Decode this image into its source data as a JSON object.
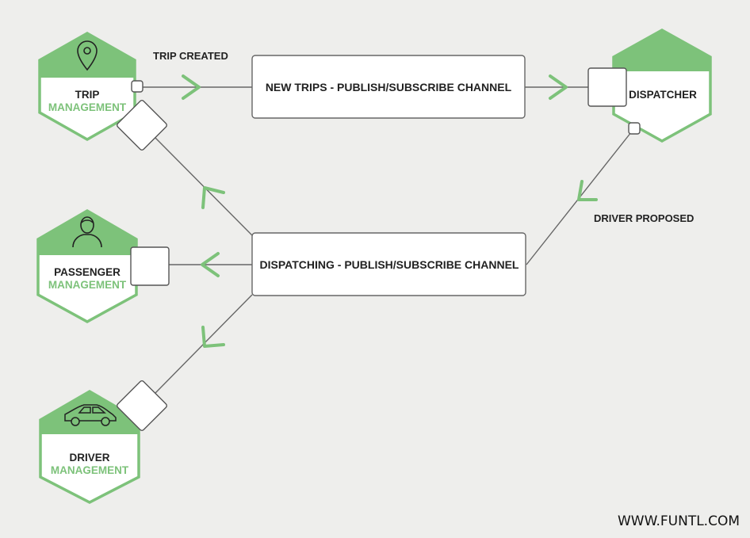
{
  "colors": {
    "background": "#eeeeec",
    "accent_green": "#7dc27a",
    "dark_text": "#222222",
    "line": "#666666"
  },
  "nodes": {
    "trip": {
      "title": "TRIP",
      "subtitle": "MANAGEMENT",
      "icon": "map-pin-icon"
    },
    "passenger": {
      "title": "PASSENGER",
      "subtitle": "MANAGEMENT",
      "icon": "person-icon"
    },
    "driver": {
      "title": "DRIVER",
      "subtitle": "MANAGEMENT",
      "icon": "car-icon"
    },
    "dispatcher": {
      "title": "DISPATCHER"
    }
  },
  "channels": {
    "new_trips": "NEW TRIPS - PUBLISH/SUBSCRIBE CHANNEL",
    "dispatching": "DISPATCHING - PUBLISH/SUBSCRIBE CHANNEL"
  },
  "annotations": {
    "trip_created": "TRIP CREATED",
    "driver_proposed": "DRIVER PROPOSED"
  },
  "watermark": "WWW.FUNTL.COM"
}
